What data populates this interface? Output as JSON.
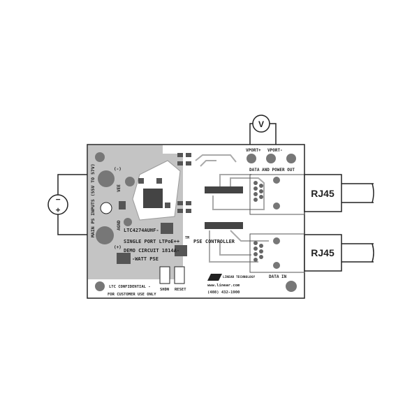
{
  "board": {
    "part": "LTC4274AUHF-",
    "line2": "SINGLE PORT LTPoE++",
    "tm": "TM",
    "line2b": "PSE CONTROLLER",
    "line3": "DEMO CIRCUIT 1814A-",
    "line4": "-WATT PSE",
    "inputs_label": "MAIN PS INPUTS (55V TO 57V)",
    "vee": "VEE",
    "gnd": "AGND",
    "minus": "(-)",
    "plus": "(+)",
    "vport_plus": "VPORT+",
    "vport_minus": "VPORT-",
    "data_power_out": "DATA AND POWER OUT",
    "data_in": "DATA IN",
    "shdn": "SHDN",
    "reset": "RESET",
    "confidential1": "LTC CONFIDENTIAL -",
    "confidential2": "FOR CUSTOMER USE ONLY",
    "logo": "LINEAR TECHNOLOGY",
    "website": "www.linear.com",
    "phone": "(408) 432-1900"
  },
  "supply": {
    "minus": "−",
    "plus": "+"
  },
  "meter": {
    "label": "V"
  },
  "connectors": [
    {
      "label": "RJ45"
    },
    {
      "label": "RJ45"
    }
  ]
}
